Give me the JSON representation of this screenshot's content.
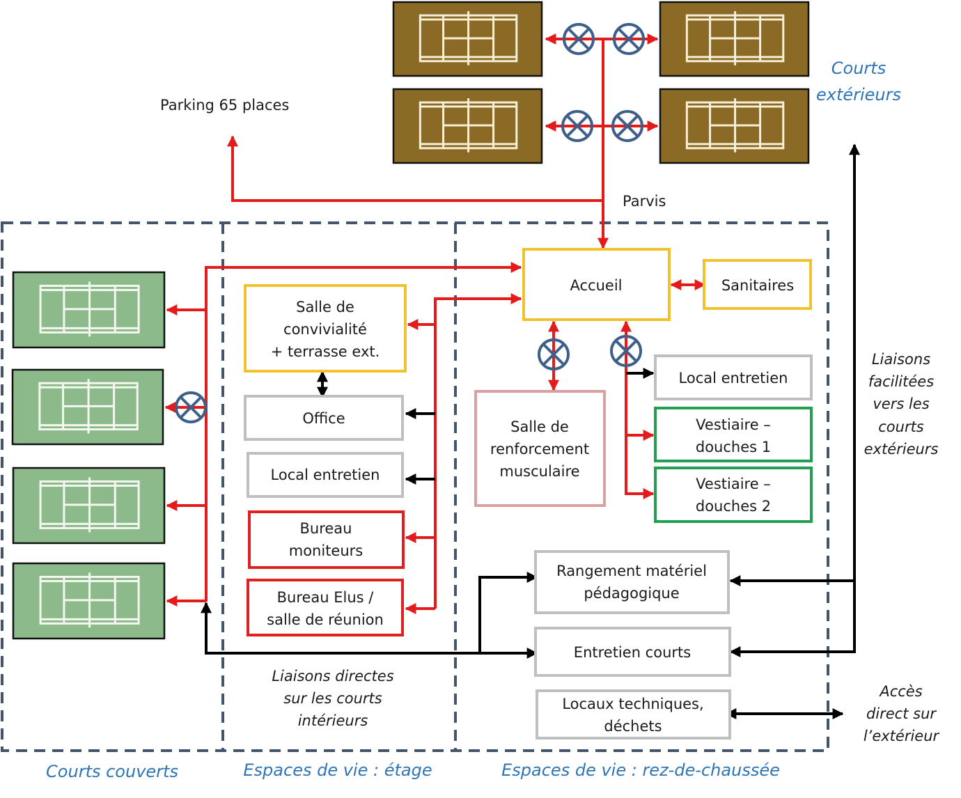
{
  "colors": {
    "outdoor_court": "#8b6a26",
    "indoor_court": "#8cba8a",
    "red_link": "#e31b1b",
    "black_link": "#000000",
    "zone_border": "#44546a",
    "zone_label": "#2e75b6",
    "control_symbol": "#3e5f8a",
    "yellow_room": "#f2c12e",
    "grey_room": "#bfbfbf",
    "red_room": "#e02020",
    "green_room": "#20a050",
    "pink_room": "#d9a0a0"
  },
  "labels": {
    "parking": "Parking 65 places",
    "parvis": "Parvis",
    "outdoor_courts": [
      "Courts",
      "extérieurs"
    ],
    "liaisons_ext": [
      "Liaisons",
      "facilitées",
      "vers les",
      "courts",
      "extérieurs"
    ],
    "acces_ext": [
      "Accès",
      "direct sur",
      "l’extérieur"
    ],
    "liaisons_int": [
      "Liaisons directes",
      "sur les courts",
      "intérieurs"
    ]
  },
  "zones": {
    "courts_couverts": "Courts couverts",
    "etage": "Espaces de vie : étage",
    "rdc": "Espaces de vie : rez-de-chaussée"
  },
  "rooms": {
    "accueil": [
      "Accueil"
    ],
    "sanitaires": [
      "Sanitaires"
    ],
    "salle_convivialite": [
      "Salle de",
      "convivialité",
      "+ terrasse ext."
    ],
    "office": [
      "Office"
    ],
    "local_entretien_etage": [
      "Local entretien"
    ],
    "bureau_moniteurs": [
      "Bureau",
      "moniteurs"
    ],
    "bureau_elus": [
      "Bureau Elus /",
      "salle de réunion"
    ],
    "salle_renforcement": [
      "Salle de",
      "renforcement",
      "musculaire"
    ],
    "local_entretien_rdc": [
      "Local entretien"
    ],
    "vestiaire_1": [
      "Vestiaire –",
      "douches 1"
    ],
    "vestiaire_2": [
      "Vestiaire –",
      "douches 2"
    ],
    "rangement": [
      "Rangement matériel",
      "pédagogique"
    ],
    "entretien_courts": [
      "Entretien courts"
    ],
    "locaux_techniques": [
      "Locaux techniques,",
      "déchets"
    ]
  },
  "courts": {
    "outdoor_count": 4,
    "indoor_count": 4
  }
}
